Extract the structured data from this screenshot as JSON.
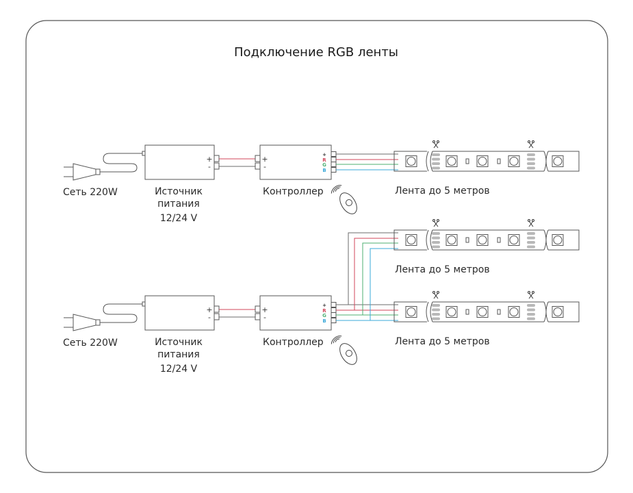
{
  "title": "Подключение RGB ленты",
  "labels": {
    "mains": "Сеть 220W",
    "psu_line1": "Источник",
    "psu_line2": "питания",
    "psu_voltage": "12/24 V",
    "controller": "Контроллер",
    "strip": "Лента до 5 метров"
  },
  "terminals": {
    "plus": "+",
    "minus": "-",
    "r": "R",
    "g": "G",
    "b": "B"
  },
  "colors": {
    "outline": "#555555",
    "wire_plus": "#6b6b6b",
    "wire_r": "#d2455a",
    "wire_g": "#4caf72",
    "wire_b": "#3aa8d8",
    "pad": "#b8b8b8"
  },
  "icons": [
    "plug-icon",
    "scissors-icon",
    "remote-control-icon",
    "wireless-signal-icon",
    "led-icon"
  ]
}
